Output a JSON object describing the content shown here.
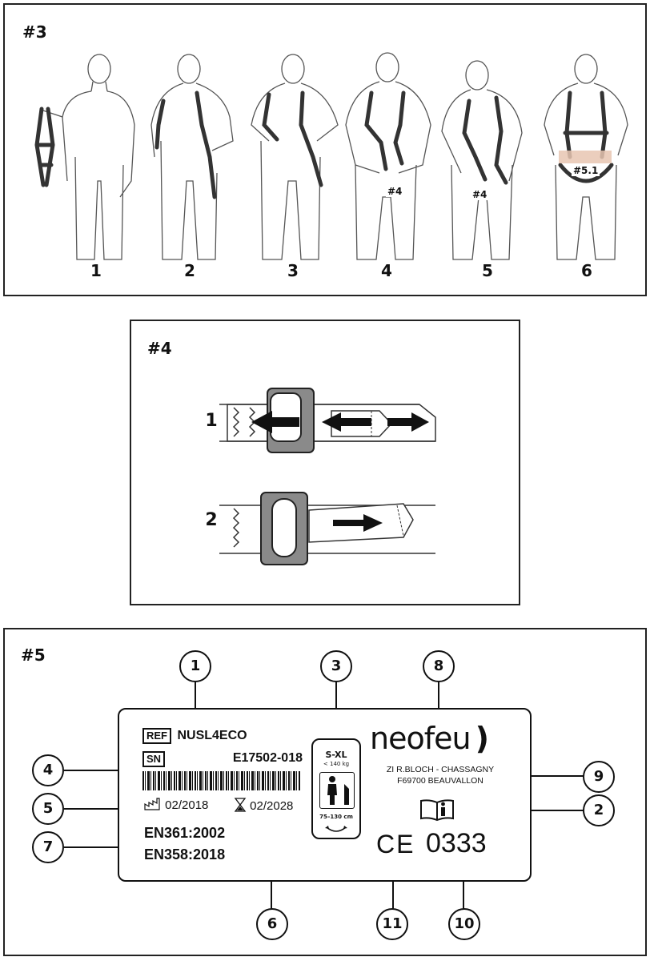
{
  "section3": {
    "label": "#3",
    "steps": [
      "1",
      "2",
      "3",
      "4",
      "5",
      "6"
    ],
    "tags": {
      "fig4": "#4",
      "fig5": "#4",
      "fig6": "#5.1"
    }
  },
  "section4": {
    "label": "#4",
    "steps": [
      "1",
      "2"
    ]
  },
  "section5": {
    "label": "#5",
    "callouts": [
      "1",
      "2",
      "3",
      "4",
      "5",
      "6",
      "7",
      "8",
      "9",
      "10",
      "11"
    ],
    "label_card": {
      "ref_tag": "REF",
      "ref_value": "NUSL4ECO",
      "sn_tag": "SN",
      "sn_value": "E17502-018",
      "manufacture_date": "02/2018",
      "expiry_date": "02/2028",
      "standard_1": "EN361:2002",
      "standard_2": "EN358:2018",
      "size": "S-XL",
      "weight": "< 140 kg",
      "height_range": "75–130 cm",
      "brand": "neofeu",
      "address_line_1": "ZI R.BLOCH - CHASSAGNY",
      "address_line_2": "F69700 BEAUVALLON",
      "ce_mark": "CE",
      "notified_body": "0333"
    }
  }
}
